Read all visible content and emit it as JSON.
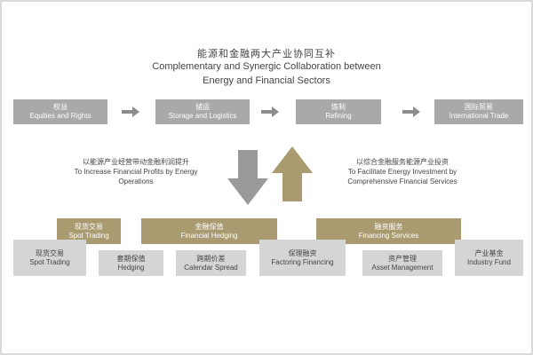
{
  "title": {
    "cn": "能源和金融两大产业协同互补",
    "en_line1": "Complementary and Synergic Collaboration between",
    "en_line2": "Energy and Financial Sectors"
  },
  "top_chain": [
    {
      "cn": "权益",
      "en": "Equities and Rights"
    },
    {
      "cn": "储运",
      "en": "Storage and Logistics"
    },
    {
      "cn": "炼制",
      "en": "Refining"
    },
    {
      "cn": "国际贸易",
      "en": "International Trade"
    }
  ],
  "left_caption": {
    "cn": "以能源产业经营带动金融利润提升",
    "en_line1": "To Increase Financial Profits by Energy",
    "en_line2": "Operations"
  },
  "right_caption": {
    "cn": "以综合金融服务能源产业投资",
    "en_line1": "To Facilitate Energy Investment by",
    "en_line2": "Comprehensive Financial Services"
  },
  "categories": [
    {
      "cn": "现货交易",
      "en": "Spot Trading"
    },
    {
      "cn": "金融保值",
      "en": "Financial Hedging"
    },
    {
      "cn": "融资服务",
      "en": "Financing Services"
    }
  ],
  "services": [
    {
      "cn": "现货交易",
      "en": "Spot Trading"
    },
    {
      "cn": "套期保值",
      "en": "Hedging"
    },
    {
      "cn": "跨期价差",
      "en": "Calendar Spread"
    },
    {
      "cn": "保理融资",
      "en": "Factoring Financing"
    },
    {
      "cn": "资产管理",
      "en": "Asset Management"
    },
    {
      "cn": "产业基金",
      "en": "Industry Fund"
    }
  ],
  "colors": {
    "dark_grey": "#a9a9a9",
    "light_grey": "#d5d5d5",
    "gold": "#aa9a70"
  }
}
